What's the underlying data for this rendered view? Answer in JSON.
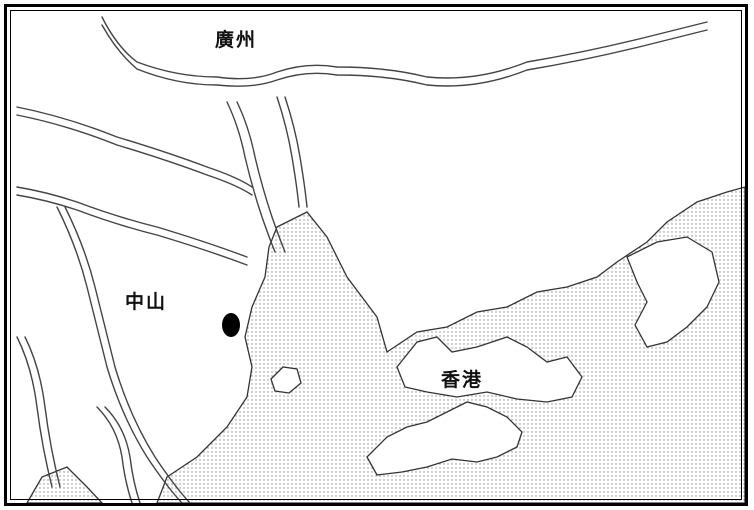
{
  "map": {
    "labels": {
      "guangzhou": "廣州",
      "zhongshan": "中山",
      "hongkong": "香港"
    },
    "marker_icon": "black-dot",
    "colors": {
      "land": "#ffffff",
      "sea_pattern": "#9a9a9a",
      "outline": "#333333"
    }
  }
}
